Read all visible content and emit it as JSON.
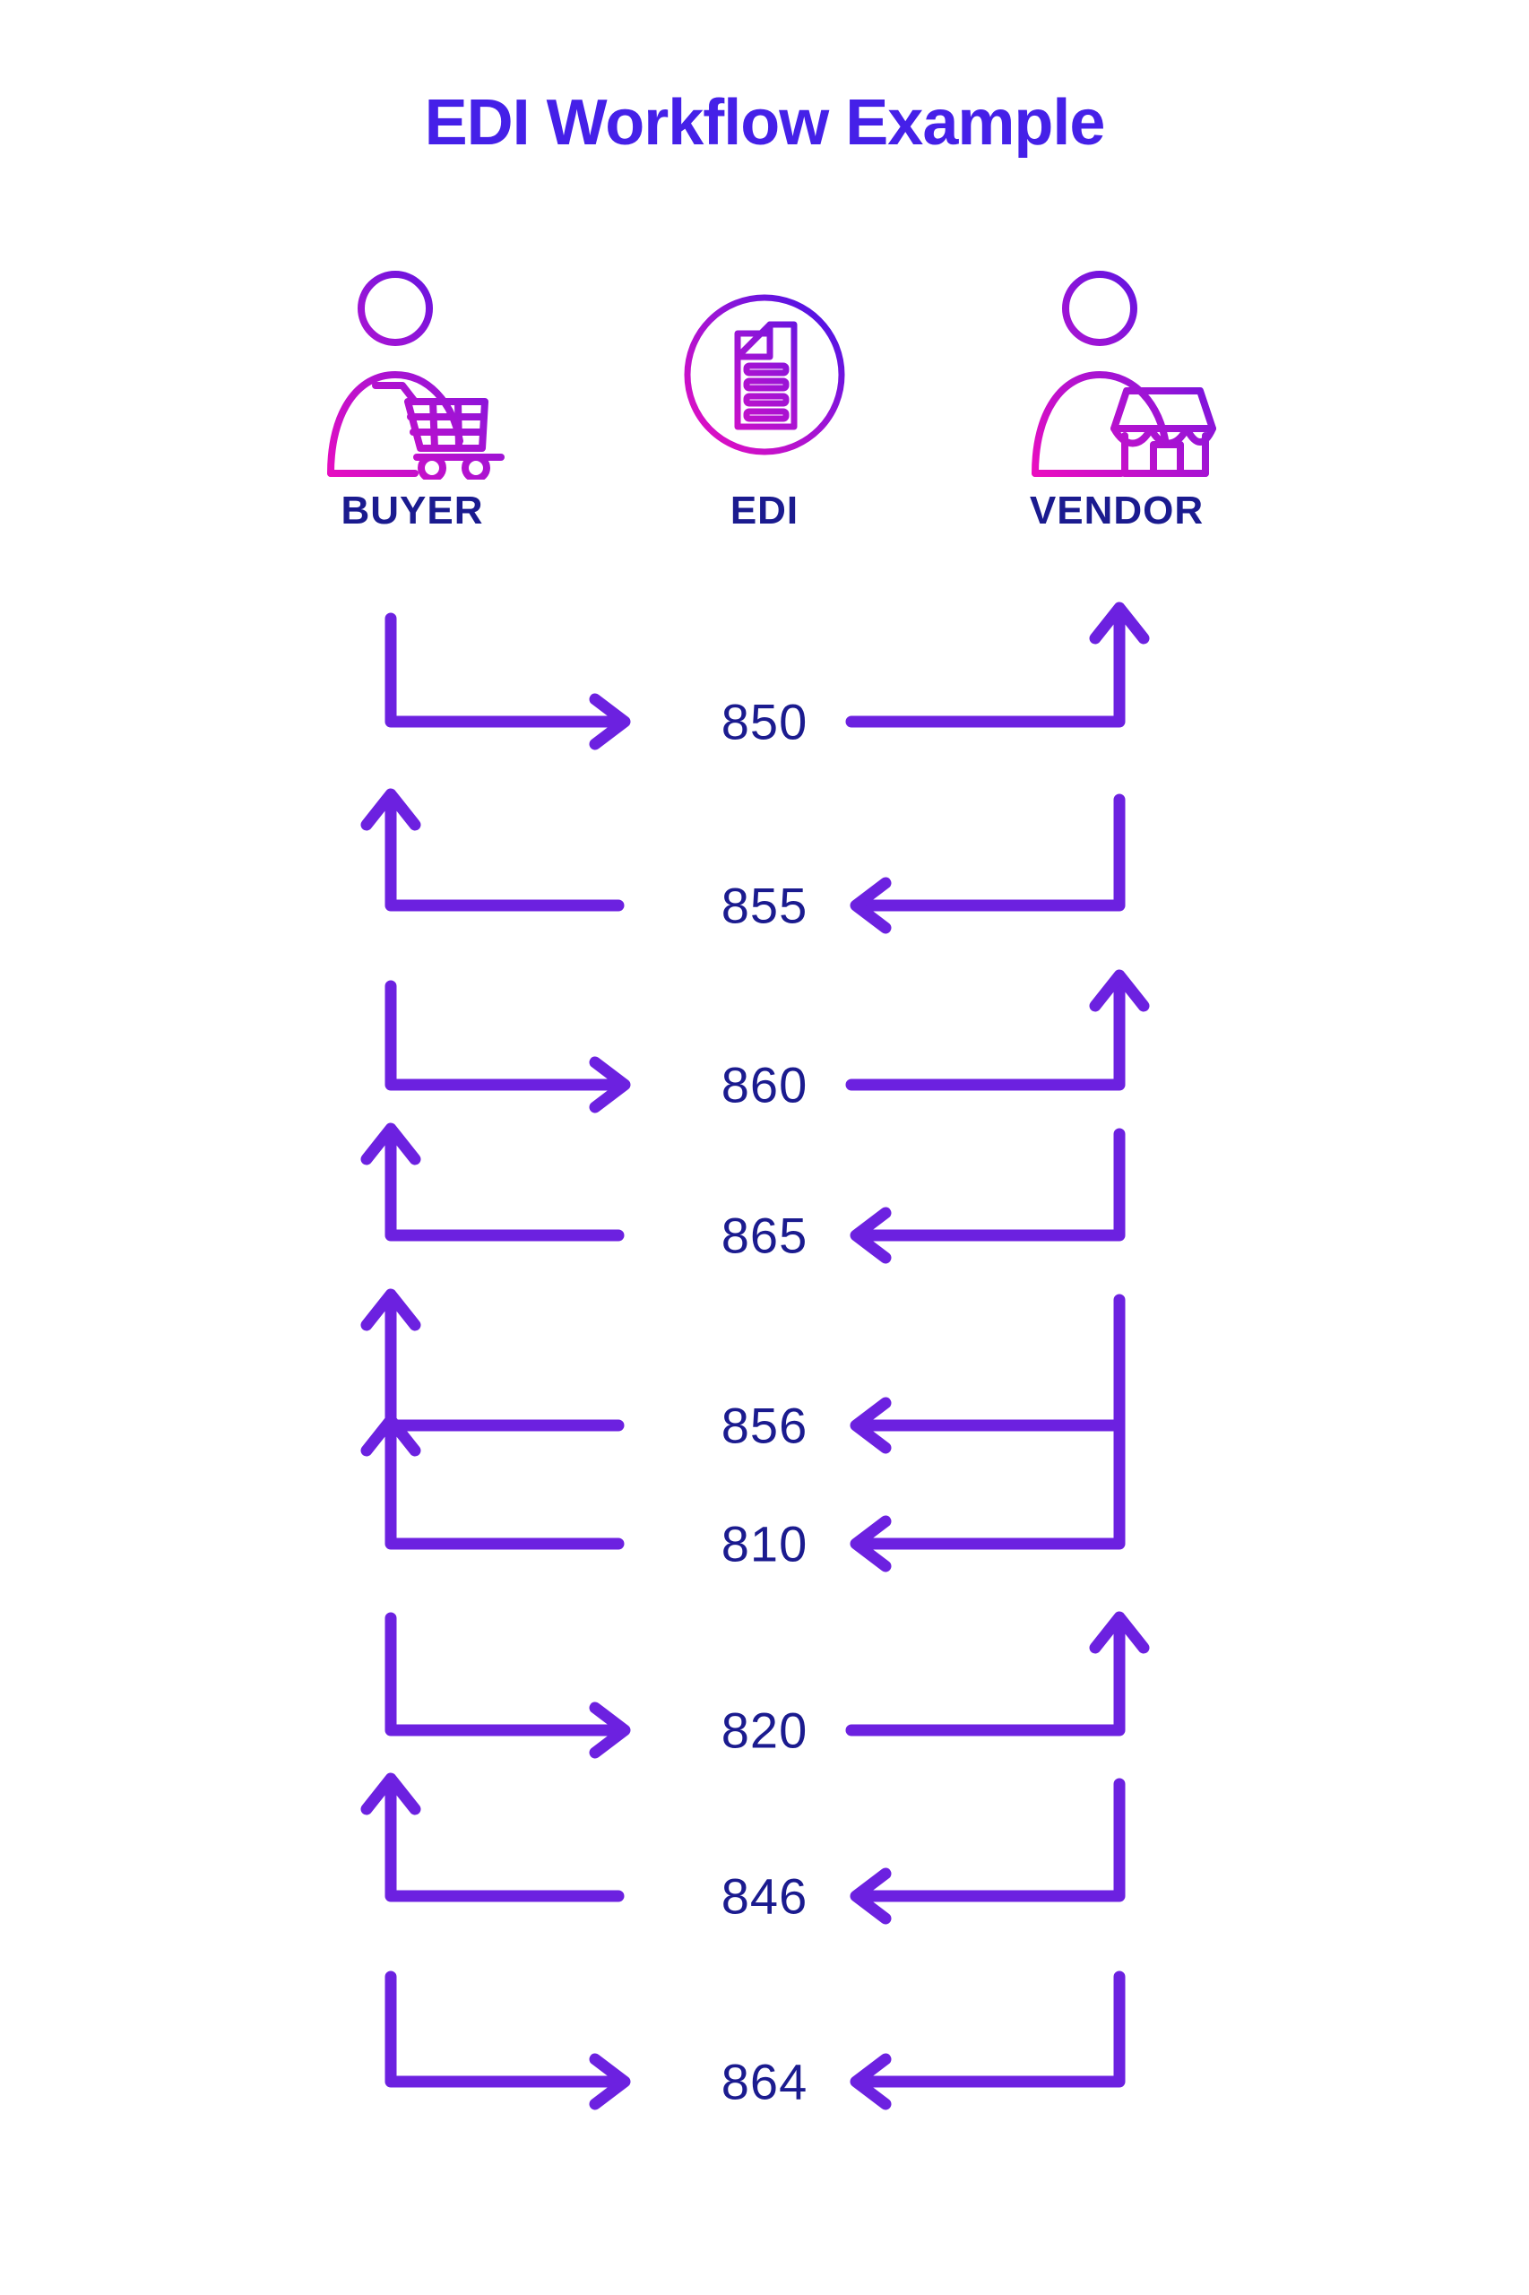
{
  "title": {
    "strong": "EDI",
    "rest": " Workflow Example",
    "full": "EDI Workflow Example",
    "color": "#4520e8"
  },
  "actors": [
    {
      "id": "buyer",
      "label": "BUYER",
      "icon": "buyer-person-cart-icon"
    },
    {
      "id": "edi",
      "label": "EDI",
      "icon": "edi-document-circle-icon"
    },
    {
      "id": "vendor",
      "label": "VENDOR",
      "icon": "vendor-person-store-icon"
    }
  ],
  "colors": {
    "title": "#4520e8",
    "label": "#1b1b8f",
    "code": "#1b1b8f",
    "arrow": "#6c21e0",
    "gradient_start": "#ef0dbe",
    "gradient_end": "#3913e8",
    "background": "#ffffff"
  },
  "chart_data": {
    "type": "diagram",
    "title": "EDI Workflow Example",
    "nodes": [
      "BUYER",
      "EDI",
      "VENDOR"
    ],
    "steps": [
      {
        "code": "850",
        "left_arrow": "right",
        "right_arrow": "up",
        "direction": "buyer-to-vendor"
      },
      {
        "code": "855",
        "left_arrow": "up",
        "right_arrow": "left",
        "direction": "vendor-to-buyer"
      },
      {
        "code": "860",
        "left_arrow": "right",
        "right_arrow": "up",
        "direction": "buyer-to-vendor"
      },
      {
        "code": "865",
        "left_arrow": "up",
        "right_arrow": "left",
        "direction": "vendor-to-buyer"
      },
      {
        "code": "856",
        "left_arrow": "up",
        "right_arrow": "left",
        "direction": "vendor-to-buyer"
      },
      {
        "code": "810",
        "left_arrow": "up",
        "right_arrow": "left",
        "direction": "vendor-to-buyer"
      },
      {
        "code": "820",
        "left_arrow": "right",
        "right_arrow": "up",
        "direction": "buyer-to-vendor"
      },
      {
        "code": "846",
        "left_arrow": "up",
        "right_arrow": "left",
        "direction": "vendor-to-buyer"
      },
      {
        "code": "864",
        "left_arrow": "right",
        "right_arrow": "left",
        "direction": "both-to-edi"
      }
    ]
  },
  "codes": {
    "r0": "850",
    "r1": "855",
    "r2": "860",
    "r3": "865",
    "r4": "856",
    "r5": "810",
    "r6": "820",
    "r7": "846",
    "r8": "864"
  }
}
